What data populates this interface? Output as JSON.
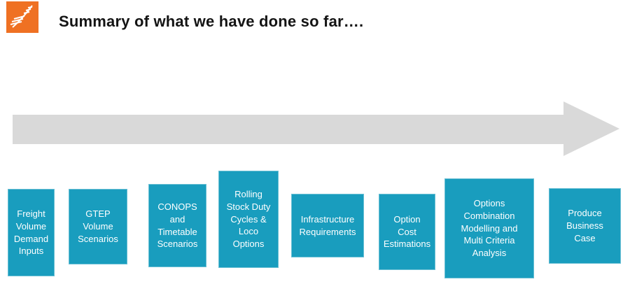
{
  "slide": {
    "title": "Summary of what we have done so far….",
    "logo": {
      "icon": "network-rail-logo",
      "background_color": "#EF7123",
      "glyph_color": "#FFFFFF"
    },
    "timeline": {
      "arrow_icon": "right-arrow",
      "arrow_color": "#D9D9D9"
    },
    "step_box_color": "#199DBE",
    "step_text_color": "#FFFFFF",
    "steps": [
      {
        "label": "Freight\nVolume\nDemand\nInputs"
      },
      {
        "label": "GTEP\nVolume\nScenarios"
      },
      {
        "label": "CONOPS\nand\nTimetable\nScenarios"
      },
      {
        "label": "Rolling\nStock Duty\nCycles &\nLoco\nOptions"
      },
      {
        "label": "Infrastructure\nRequirements"
      },
      {
        "label": "Option\nCost\nEstimations"
      },
      {
        "label": "Options\nCombination\nModelling and\nMulti Criteria\nAnalysis"
      },
      {
        "label": "Produce\nBusiness\nCase"
      }
    ]
  }
}
